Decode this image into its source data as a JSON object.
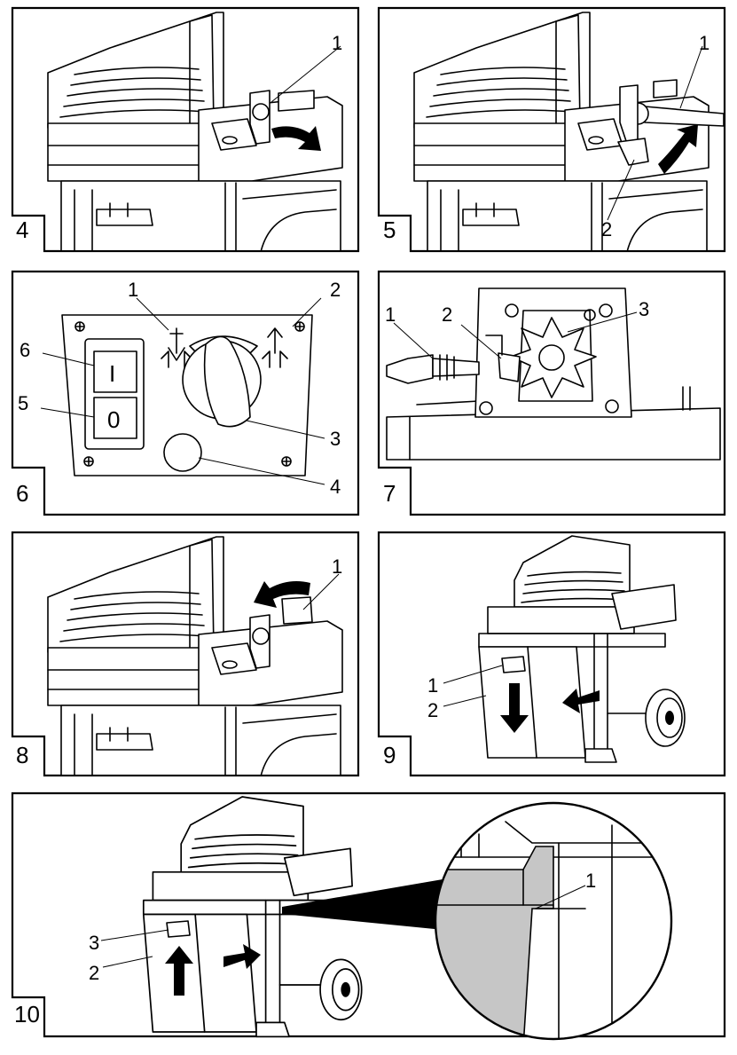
{
  "figures": [
    {
      "id": "4",
      "number": "4",
      "callouts": [
        "1"
      ]
    },
    {
      "id": "5",
      "number": "5",
      "callouts": [
        "1",
        "2"
      ]
    },
    {
      "id": "6",
      "number": "6",
      "callouts": [
        "1",
        "2",
        "6",
        "5",
        "3",
        "4"
      ],
      "switch_on_label": "I",
      "switch_off_label": "0"
    },
    {
      "id": "7",
      "number": "7",
      "callouts": [
        "1",
        "2",
        "3"
      ]
    },
    {
      "id": "8",
      "number": "8",
      "callouts": [
        "1"
      ]
    },
    {
      "id": "9",
      "number": "9",
      "callouts": [
        "1",
        "2"
      ]
    },
    {
      "id": "10",
      "number": "10",
      "callouts": [
        "1",
        "3",
        "2"
      ]
    }
  ],
  "icons": [
    "curved-arrow-icon",
    "straight-arrow-icon",
    "screw-icon",
    "wheel-icon",
    "rotary-knob-icon",
    "impeller-icon",
    "magnifier-detail"
  ],
  "colors": {
    "line": "#000000",
    "background": "#ffffff",
    "detail_fill": "#c6c6c6"
  }
}
